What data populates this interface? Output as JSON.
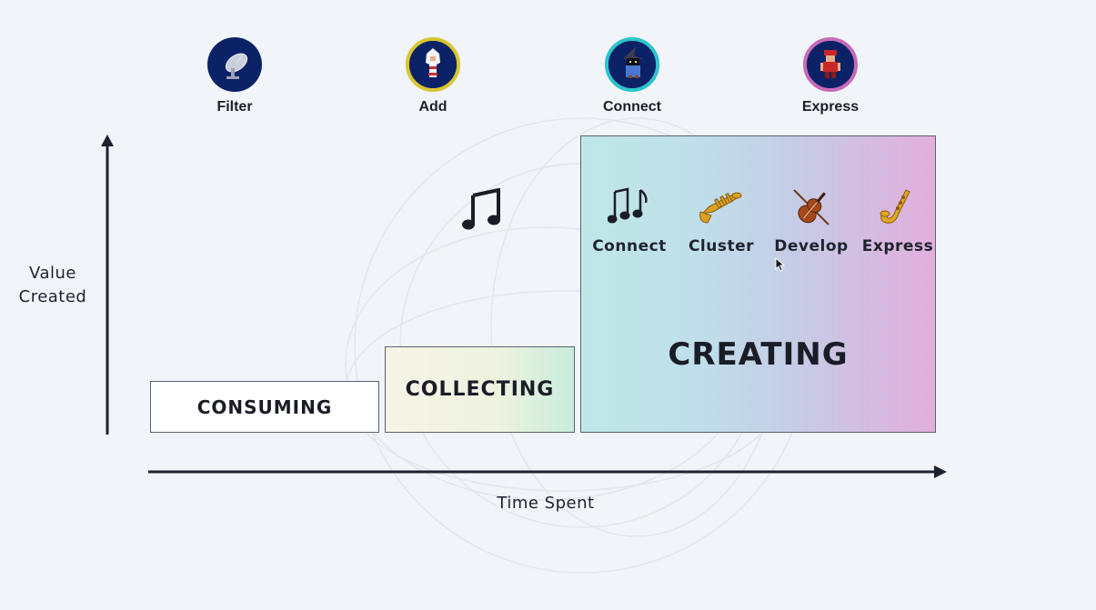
{
  "avatars": [
    {
      "label": "Filter",
      "icon": "satellite-dish-icon",
      "ring": "#0c2266"
    },
    {
      "label": "Add",
      "icon": "white-mage-icon",
      "ring": "#d8c531"
    },
    {
      "label": "Connect",
      "icon": "black-mage-icon",
      "ring": "#2cc4cc"
    },
    {
      "label": "Express",
      "icon": "red-warrior-icon",
      "ring": "#c76ab8"
    }
  ],
  "axes": {
    "y_label": "Value Created",
    "x_label": "Time Spent"
  },
  "stages": {
    "consuming": "CONSUMING",
    "collecting": "COLLECTING",
    "creating": "CREATING"
  },
  "instruments": [
    {
      "label": "Connect",
      "icon": "music-notes-icon"
    },
    {
      "label": "Cluster",
      "icon": "trumpet-icon"
    },
    {
      "label": "Develop",
      "icon": "violin-icon"
    },
    {
      "label": "Express",
      "icon": "saxophone-icon"
    }
  ],
  "colors": {
    "axis": "#1d2230",
    "navy": "#0c2266",
    "creating_start": "#bfe7e7",
    "creating_end": "#e2aedc"
  }
}
